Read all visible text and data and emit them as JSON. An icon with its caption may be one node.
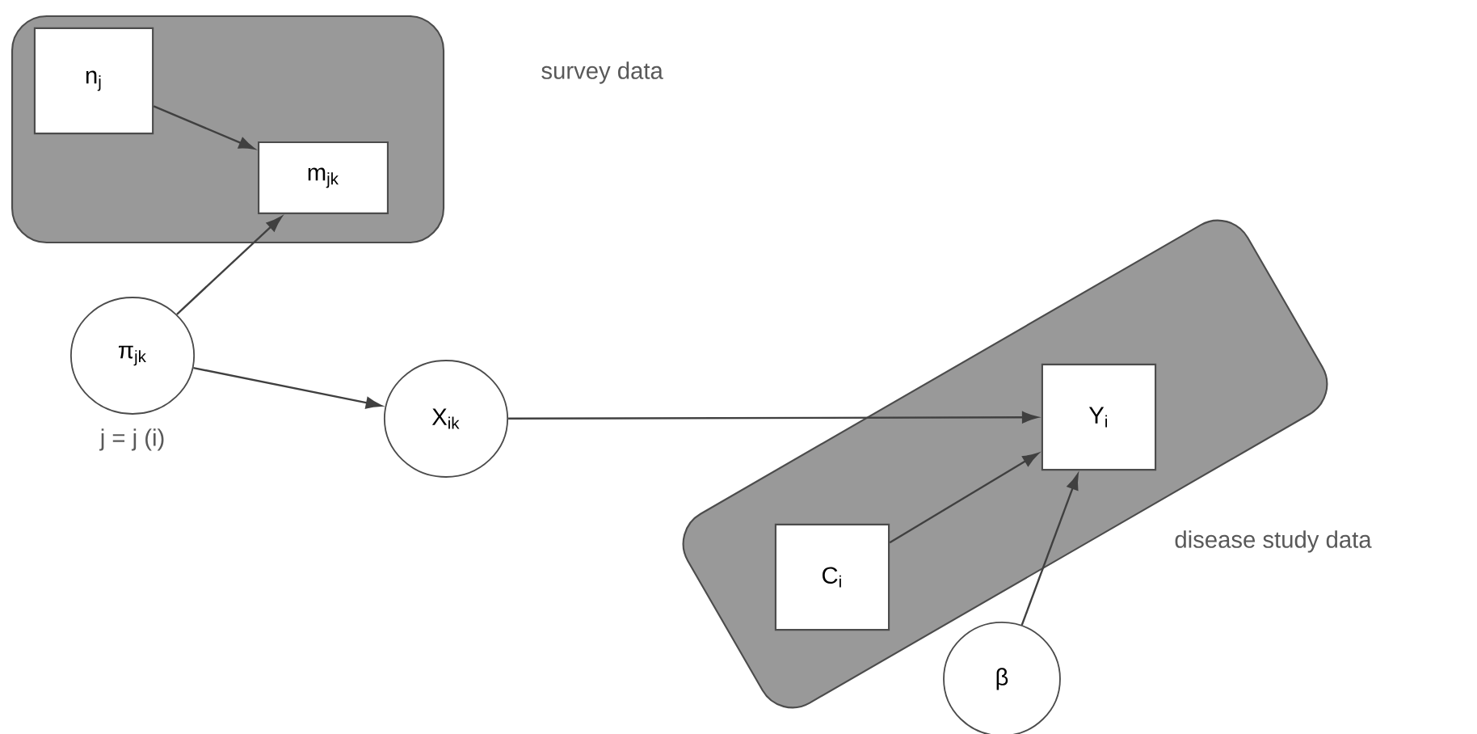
{
  "diagram": {
    "nodes": [
      {
        "text": [
          "survey data"
        ]
      },
      {
        "text": [
          "n$_{j}$"
        ],
        "in": 0
      },
      {
        "text": [
          "m$_{jk}$"
        ],
        "in": 0
      },
      {
        "text": [
          "π$_{jk}$"
        ],
        "beside": [
          "j = j (i)"
        ]
      },
      {
        "text": [
          "X$_{ik}$"
        ]
      },
      {
        "text": [
          "disease study data"
        ]
      },
      {
        "text": [
          "Y$_{i}$"
        ],
        "in": 5
      },
      {
        "text": [
          "C$_{i}$"
        ],
        "in": 5
      },
      {
        "text": [
          "β"
        ]
      }
    ],
    "edges": [
      {
        "from": 1,
        "to": 2,
        "arrow": "to"
      },
      {
        "from": 3,
        "to": 2,
        "arrow": "to"
      },
      {
        "from": 3,
        "to": 4,
        "arrow": "to"
      },
      {
        "from": 4,
        "to": 6,
        "arrow": "to"
      },
      {
        "from": 7,
        "to": 6,
        "arrow": "to"
      },
      {
        "from": 8,
        "to": 6,
        "arrow": "to"
      }
    ]
  }
}
